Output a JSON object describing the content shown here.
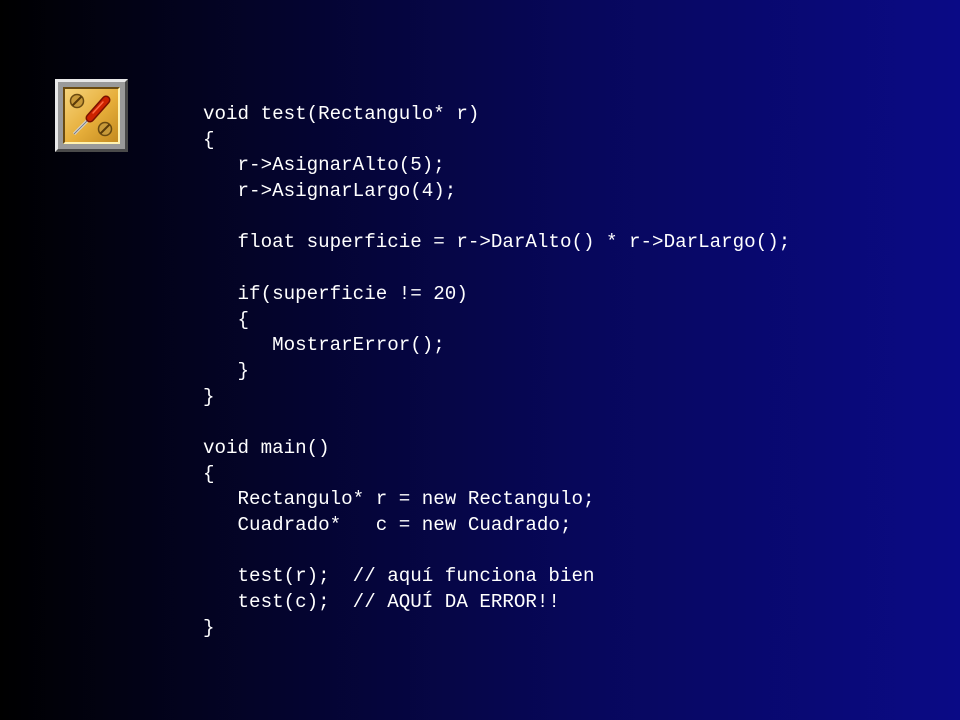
{
  "slide": {
    "icon": "screwdriver-icon",
    "code_lines": [
      "void test(Rectangulo* r)",
      "{",
      "   r->AsignarAlto(5);",
      "   r->AsignarLargo(4);",
      "",
      "   float superficie = r->DarAlto() * r->DarLargo();",
      "",
      "   if(superficie != 20)",
      "   {",
      "      MostrarError();",
      "   }",
      "}",
      "",
      "void main()",
      "{",
      "   Rectangulo* r = new Rectangulo;",
      "   Cuadrado*   c = new Cuadrado;",
      "",
      "   test(r);  // aquí funciona bien",
      "   test(c);  // AQUÍ DA ERROR!!",
      "}"
    ]
  },
  "colors": {
    "background_left": "#000000",
    "background_right": "#0a0a86",
    "text": "#ffffff",
    "icon_gold": "#e6ae3a",
    "icon_frame": "#9a9a9a",
    "screwdriver_handle": "#cc2200"
  }
}
